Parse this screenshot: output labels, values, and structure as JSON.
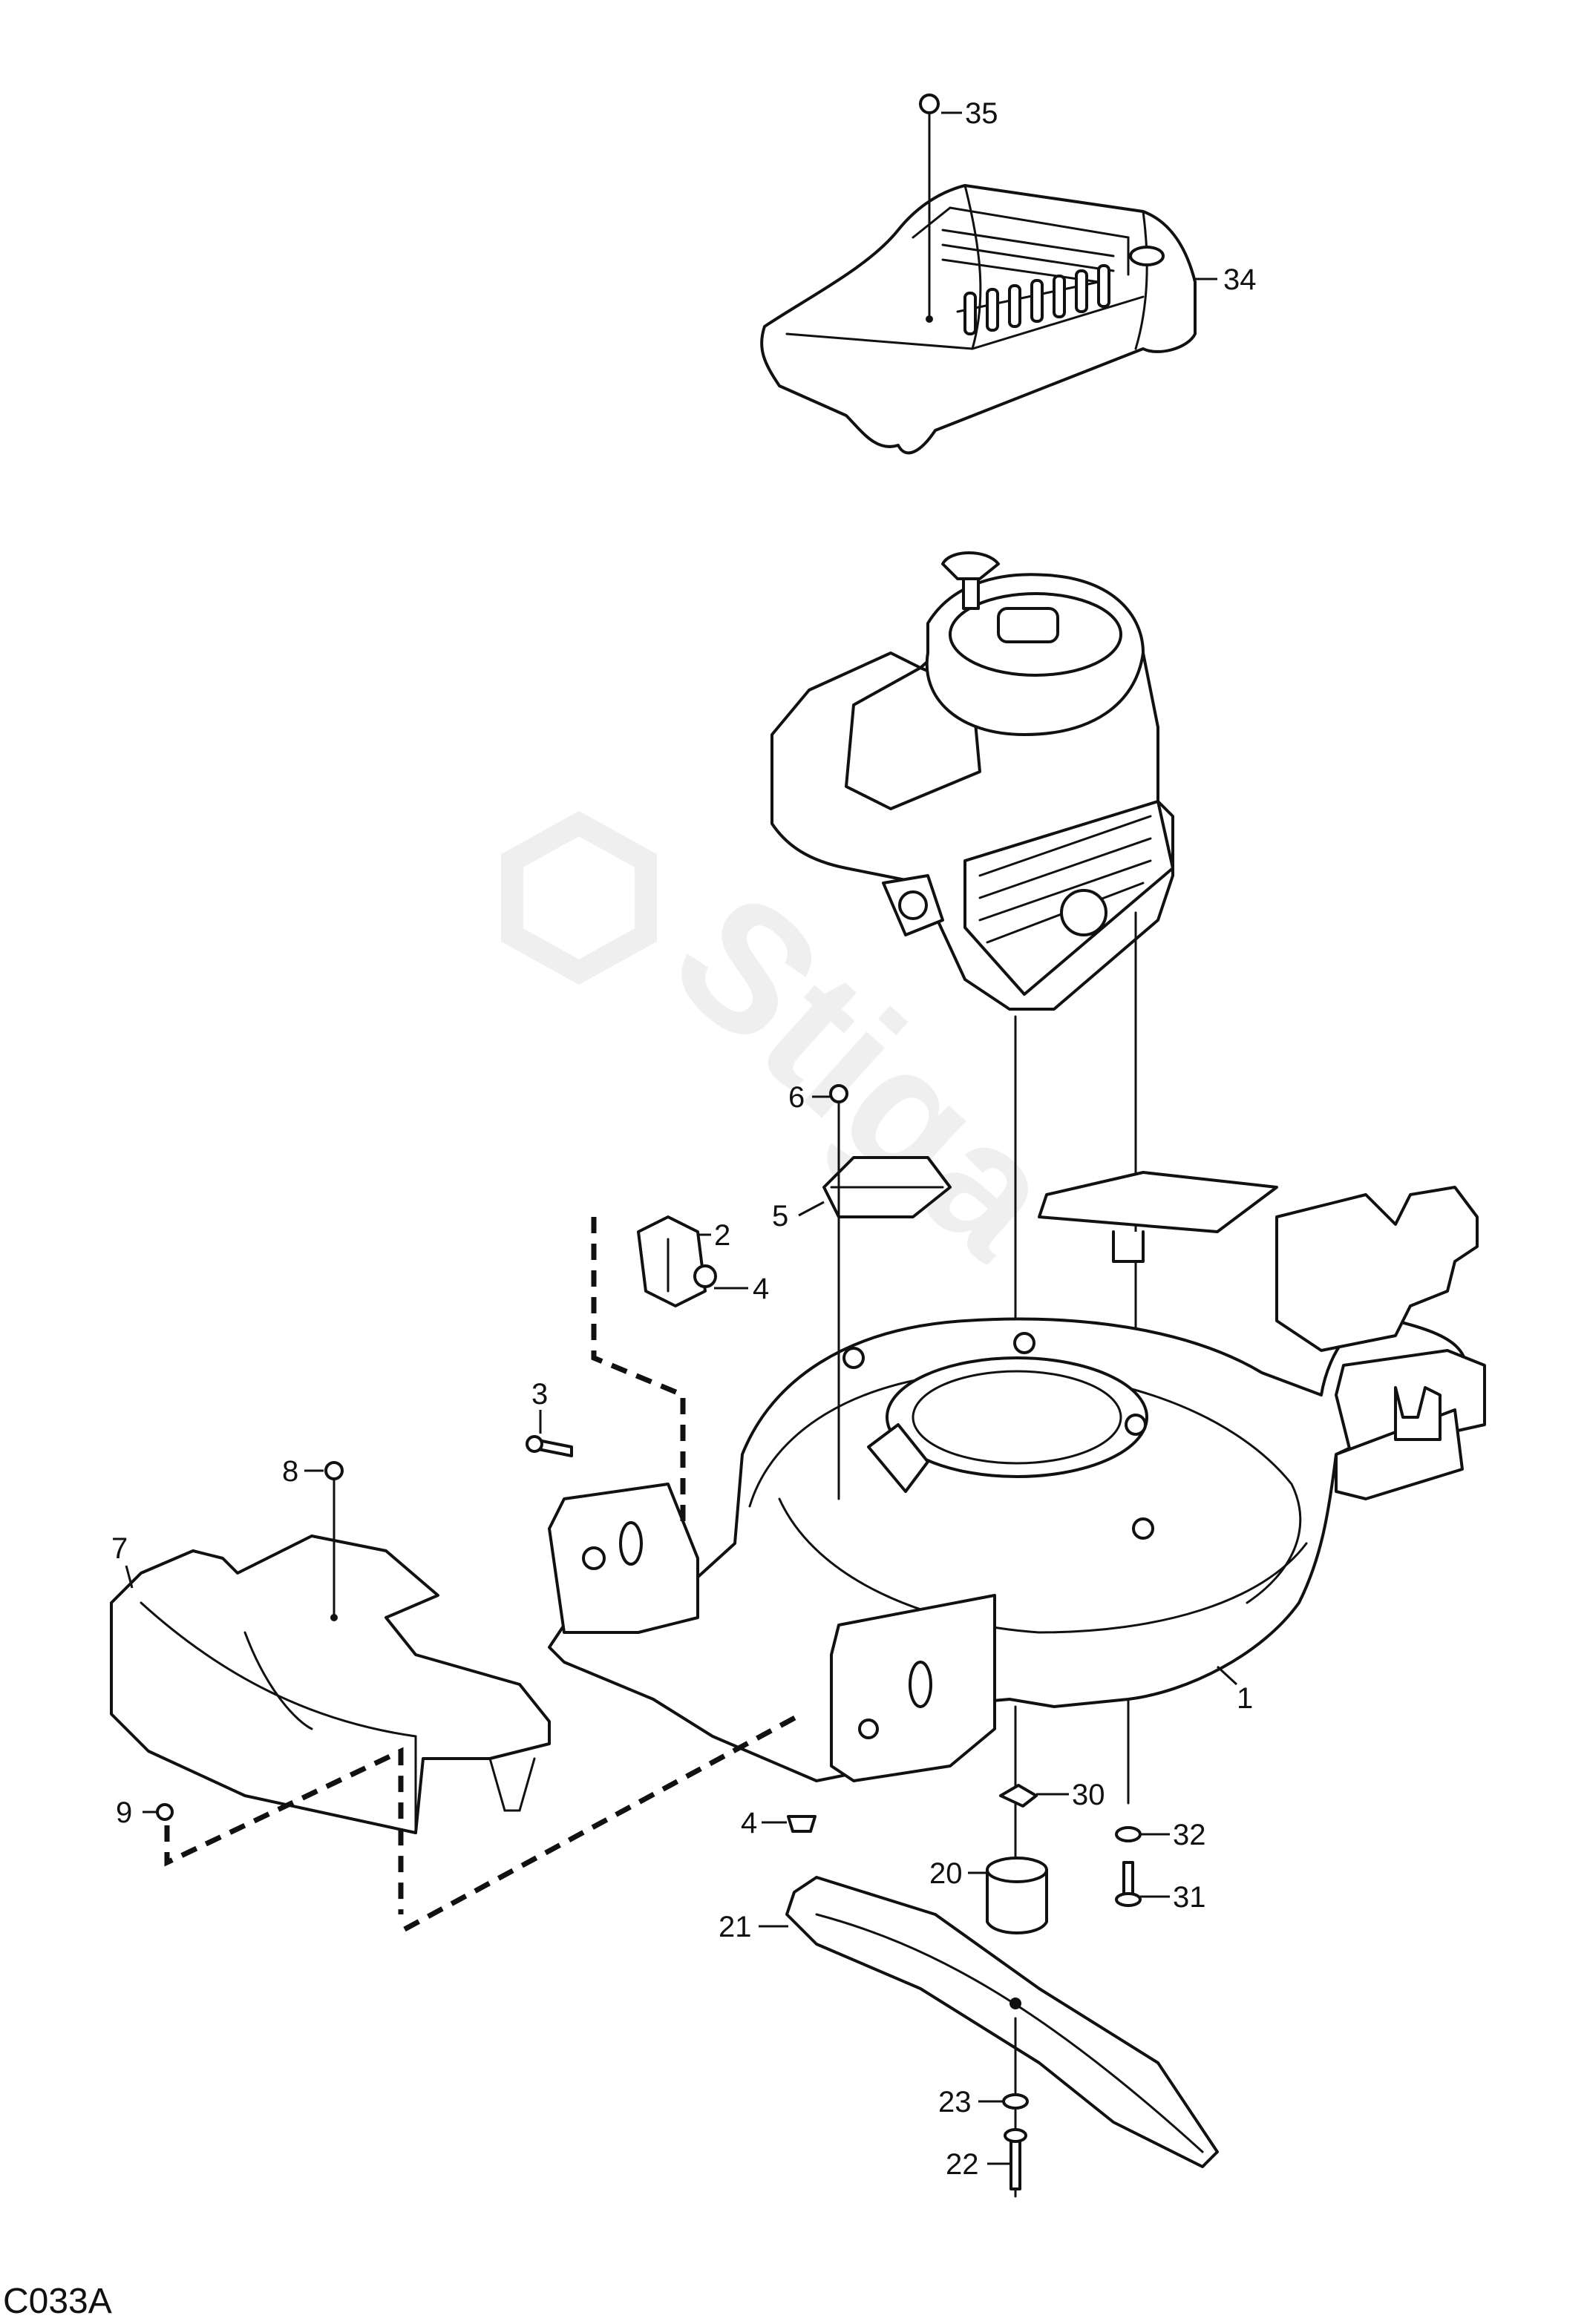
{
  "diagram_code": "C033A",
  "watermark": "Stiga",
  "callouts": [
    "35",
    "34",
    "6",
    "5",
    "2",
    "4",
    "3",
    "8",
    "7",
    "9",
    "4",
    "30",
    "20",
    "21",
    "23",
    "22",
    "32",
    "31",
    "1"
  ]
}
